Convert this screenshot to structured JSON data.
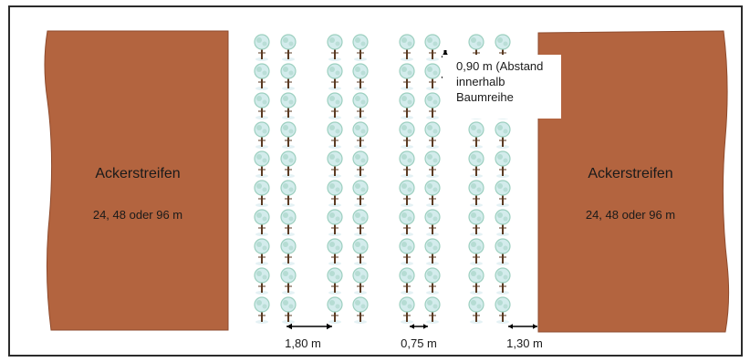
{
  "fields": {
    "left": {
      "title": "Ackerstreifen",
      "size": "24, 48 oder 96 m"
    },
    "right": {
      "title": "Ackerstreifen",
      "size": "24, 48 oder 96 m"
    }
  },
  "tree_spacing_note": "0,90 m (Abstand\ninnerhalb\nBaumreihe",
  "dimensions": {
    "row_pair_gap": "1,80 m",
    "within_pair": "0,75 m",
    "edge_gap": "1,30 m"
  },
  "colors": {
    "field": "#b3643f",
    "field_edge": "#8e4a2c",
    "tree_crown": "#d3ecec",
    "tree_crown_dark": "#9ccfbf",
    "tree_trunk": "#5a3a22",
    "frame": "#2b2b2b"
  },
  "tree_rows": 10,
  "tree_columns": 8
}
